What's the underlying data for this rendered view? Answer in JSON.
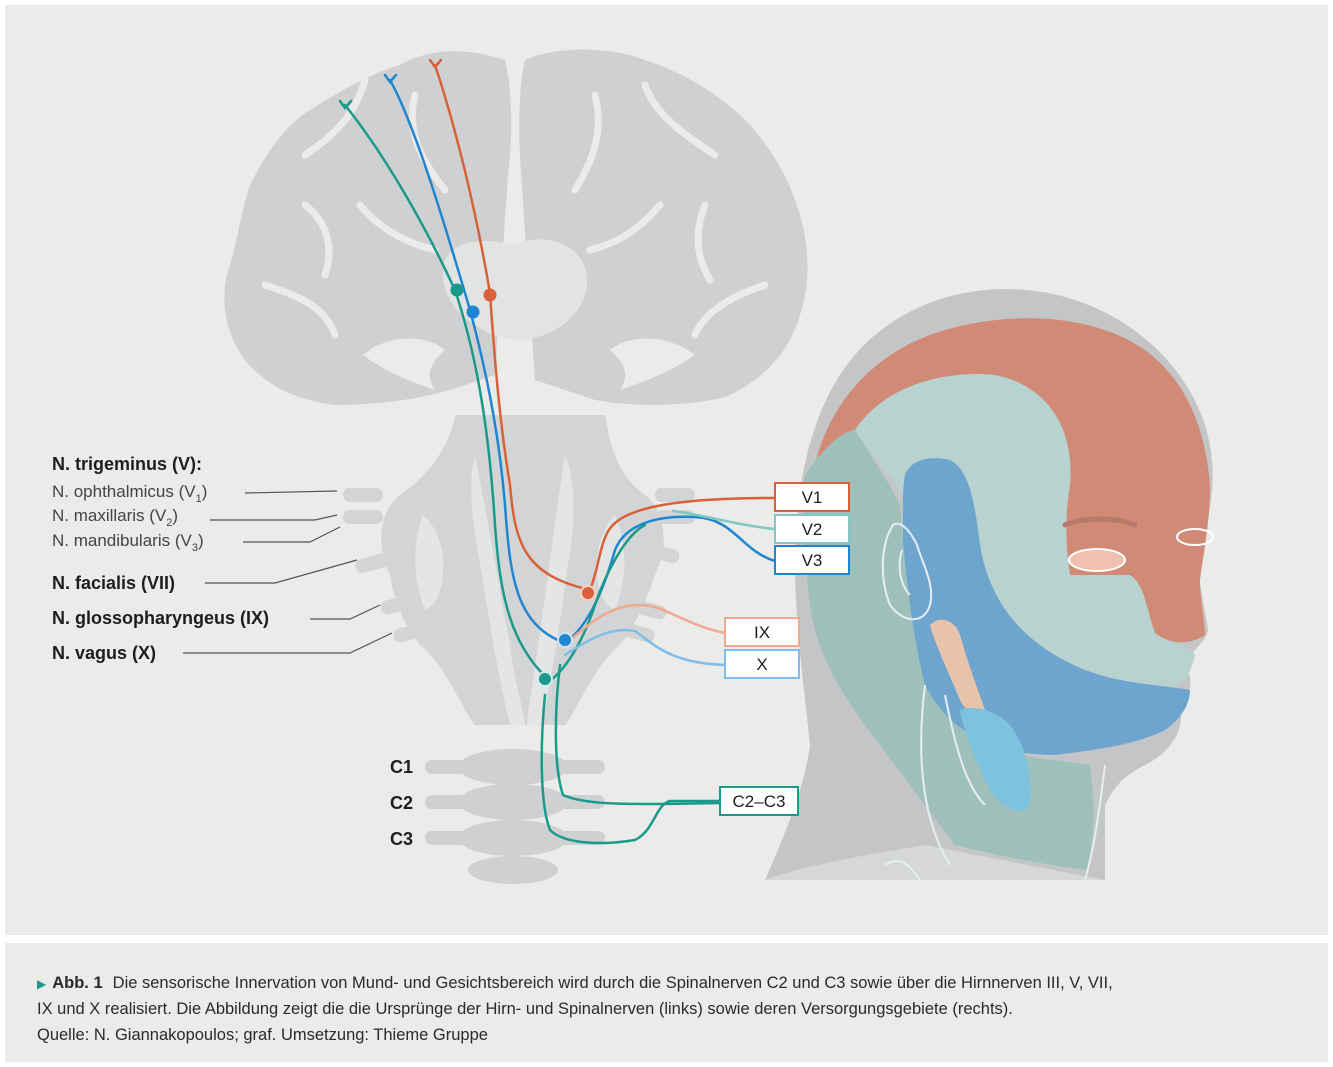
{
  "labels": {
    "trigeminus_heading": "N. trigeminus (V):",
    "ophthalmicus": "N. ophthalmicus (V",
    "ophthalmicus_sub": "1",
    "maxillaris": "N. maxillaris (V",
    "maxillaris_sub": "2",
    "mandibularis": "N. mandibularis (V",
    "mandibularis_sub": "3",
    "close_paren": ")",
    "facialis": "N. facialis (VII)",
    "glossopharyngeus": "N. glossopharyngeus (IX)",
    "vagus": "N. vagus (X)",
    "c1": "C1",
    "c2": "C2",
    "c3": "C3"
  },
  "boxes": {
    "v1": "V1",
    "v2": "V2",
    "v3": "V3",
    "ix": "IX",
    "x": "X",
    "c2c3": "C2–C3"
  },
  "colors": {
    "v1": "#d9613a",
    "v2": "#7fc9c0",
    "v3": "#1f86cf",
    "ix": "#f0a990",
    "x": "#7fbde8",
    "c2c3": "#1a9a8a",
    "brain": "#cfd0d1",
    "head": "#c4c5c6"
  },
  "caption": {
    "abb": "Abb. 1",
    "line1": "Die sensorische Innervation von Mund- und Gesichtsbereich wird durch die Spinalnerven C2 und C3 sowie über die Hirnnerven III, V, VII,",
    "line2": "IX und X realisiert. Die Abbildung zeigt die die Ursprünge der Hirn- und Spinalnerven (links) sowie deren Versorgungsgebiete (rechts).",
    "line3": "Quelle: N. Giannakopoulos; graf. Umsetzung: Thieme Gruppe"
  }
}
